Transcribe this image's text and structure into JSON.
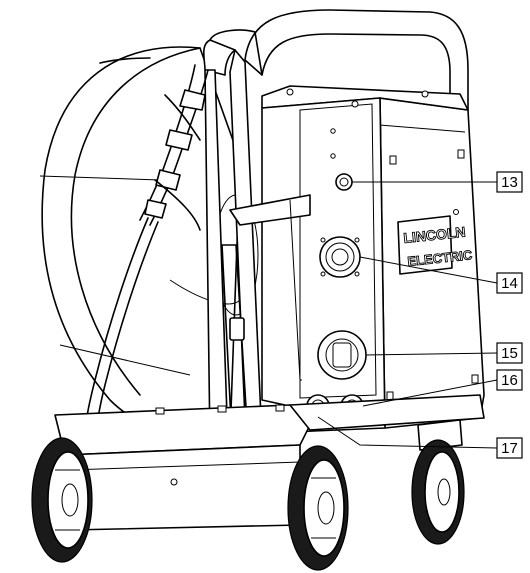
{
  "diagram": {
    "brand_logo": {
      "line1": "LINCOLN",
      "line2": "ELECTRIC"
    },
    "callouts": [
      {
        "id": "13",
        "label": "13"
      },
      {
        "id": "14",
        "label": "14"
      },
      {
        "id": "15",
        "label": "15"
      },
      {
        "id": "16",
        "label": "16"
      },
      {
        "id": "17",
        "label": "17"
      }
    ]
  }
}
